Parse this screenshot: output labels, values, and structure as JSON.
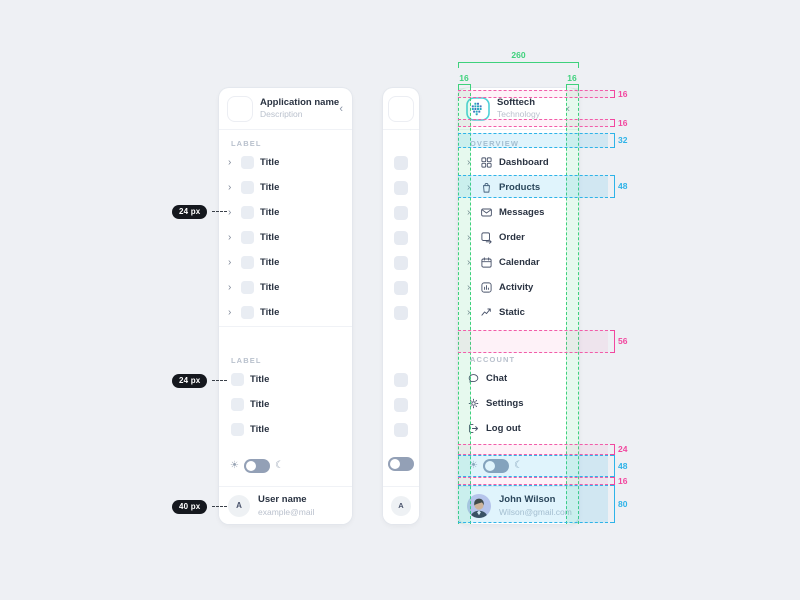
{
  "glyphs": {
    "collapse": "‹",
    "expand": "›",
    "sun": "☀",
    "moon": "☾"
  },
  "pills": [
    {
      "label": "24 px"
    },
    {
      "label": "24 px"
    },
    {
      "label": "40 px"
    }
  ],
  "left_sidebar": {
    "app_name": "Application name",
    "app_description": "Description",
    "section1_label": "LABEL",
    "section1_items": [
      "Title",
      "Title",
      "Title",
      "Title",
      "Title",
      "Title",
      "Title"
    ],
    "section2_label": "LABEL",
    "section2_items": [
      "Title",
      "Title",
      "Title"
    ],
    "user_initial": "A",
    "user_name": "User name",
    "user_email": "example@mail"
  },
  "mini_sidebar": {
    "user_initial": "A"
  },
  "right_sidebar": {
    "app_name": "Softtech",
    "app_description": "Technology",
    "section1_label": "OVERVIEW",
    "section1_items": [
      {
        "icon": "dashboard-icon",
        "label": "Dashboard"
      },
      {
        "icon": "products-icon",
        "label": "Products"
      },
      {
        "icon": "messages-icon",
        "label": "Messages"
      },
      {
        "icon": "order-icon",
        "label": "Order"
      },
      {
        "icon": "calendar-icon",
        "label": "Calendar"
      },
      {
        "icon": "activity-icon",
        "label": "Activity"
      },
      {
        "icon": "static-icon",
        "label": "Static"
      }
    ],
    "section2_label": "ACCOUNT",
    "section2_items": [
      {
        "icon": "chat-icon",
        "label": "Chat"
      },
      {
        "icon": "settings-icon",
        "label": "Settings"
      },
      {
        "icon": "logout-icon",
        "label": "Log out"
      }
    ],
    "user_name": "John Wilson",
    "user_email": "Wilson@gmail.com"
  },
  "measurements": {
    "total_width": "260",
    "pad_left": "16",
    "pad_right": "16",
    "bands": [
      {
        "value": "16",
        "color": "pink"
      },
      {
        "value": "16",
        "color": "pink"
      },
      {
        "value": "32",
        "color": "cyan"
      },
      {
        "value": "48",
        "color": "cyan"
      },
      {
        "value": "56",
        "color": "pink"
      },
      {
        "value": "24",
        "color": "pink"
      },
      {
        "value": "48",
        "color": "cyan"
      },
      {
        "value": "16",
        "color": "pink"
      },
      {
        "value": "80",
        "color": "cyan"
      }
    ]
  },
  "colors": {
    "green": "#3ed17c",
    "pink": "#f2479f",
    "cyan": "#2eb3e8"
  }
}
